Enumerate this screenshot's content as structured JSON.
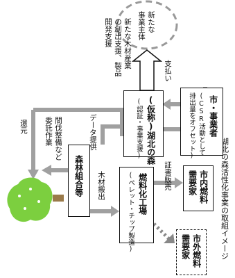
{
  "title": "湖北の森活性化事業の取組イメージ",
  "new_actor": "新たな事業主体",
  "new_actor_line1": "新たな",
  "new_actor_line2": "事業主体",
  "support_text_line1": "新たな木材産業",
  "support_text_line2": "の創出支援、製品",
  "support_text_line3": "開発支援",
  "forest_org": "(仮称)湖北の森",
  "forest_org_sub": "(認証・事業支援)",
  "city_business": "市・事業者",
  "city_business_sub_line1": "(CSR活動として",
  "city_business_sub_line2": "排出量をオフセット)",
  "forestry_coop": "森林組合等",
  "fuel_factory": "燃料化工場",
  "fuel_factory_sub": "(ペレット・チップ製造)",
  "city_demand_in_line1": "市内燃料",
  "city_demand_in_line2": "需要家",
  "city_demand_out_line1": "市外燃料",
  "city_demand_out_line2": "需要家",
  "label_return": "還元",
  "label_thinning_line1": "間伐整備など",
  "label_thinning_line2": "委託作業",
  "label_data": "データ提供",
  "label_timber_out": "木材搬出",
  "label_credit_sale": "証書販売",
  "label_payment": "支払い",
  "colors": {
    "arrow": "#a0a0a0",
    "tree": "#7ccf3f",
    "dashed": "#999999"
  },
  "icons": {
    "tree": "tree-icon"
  }
}
